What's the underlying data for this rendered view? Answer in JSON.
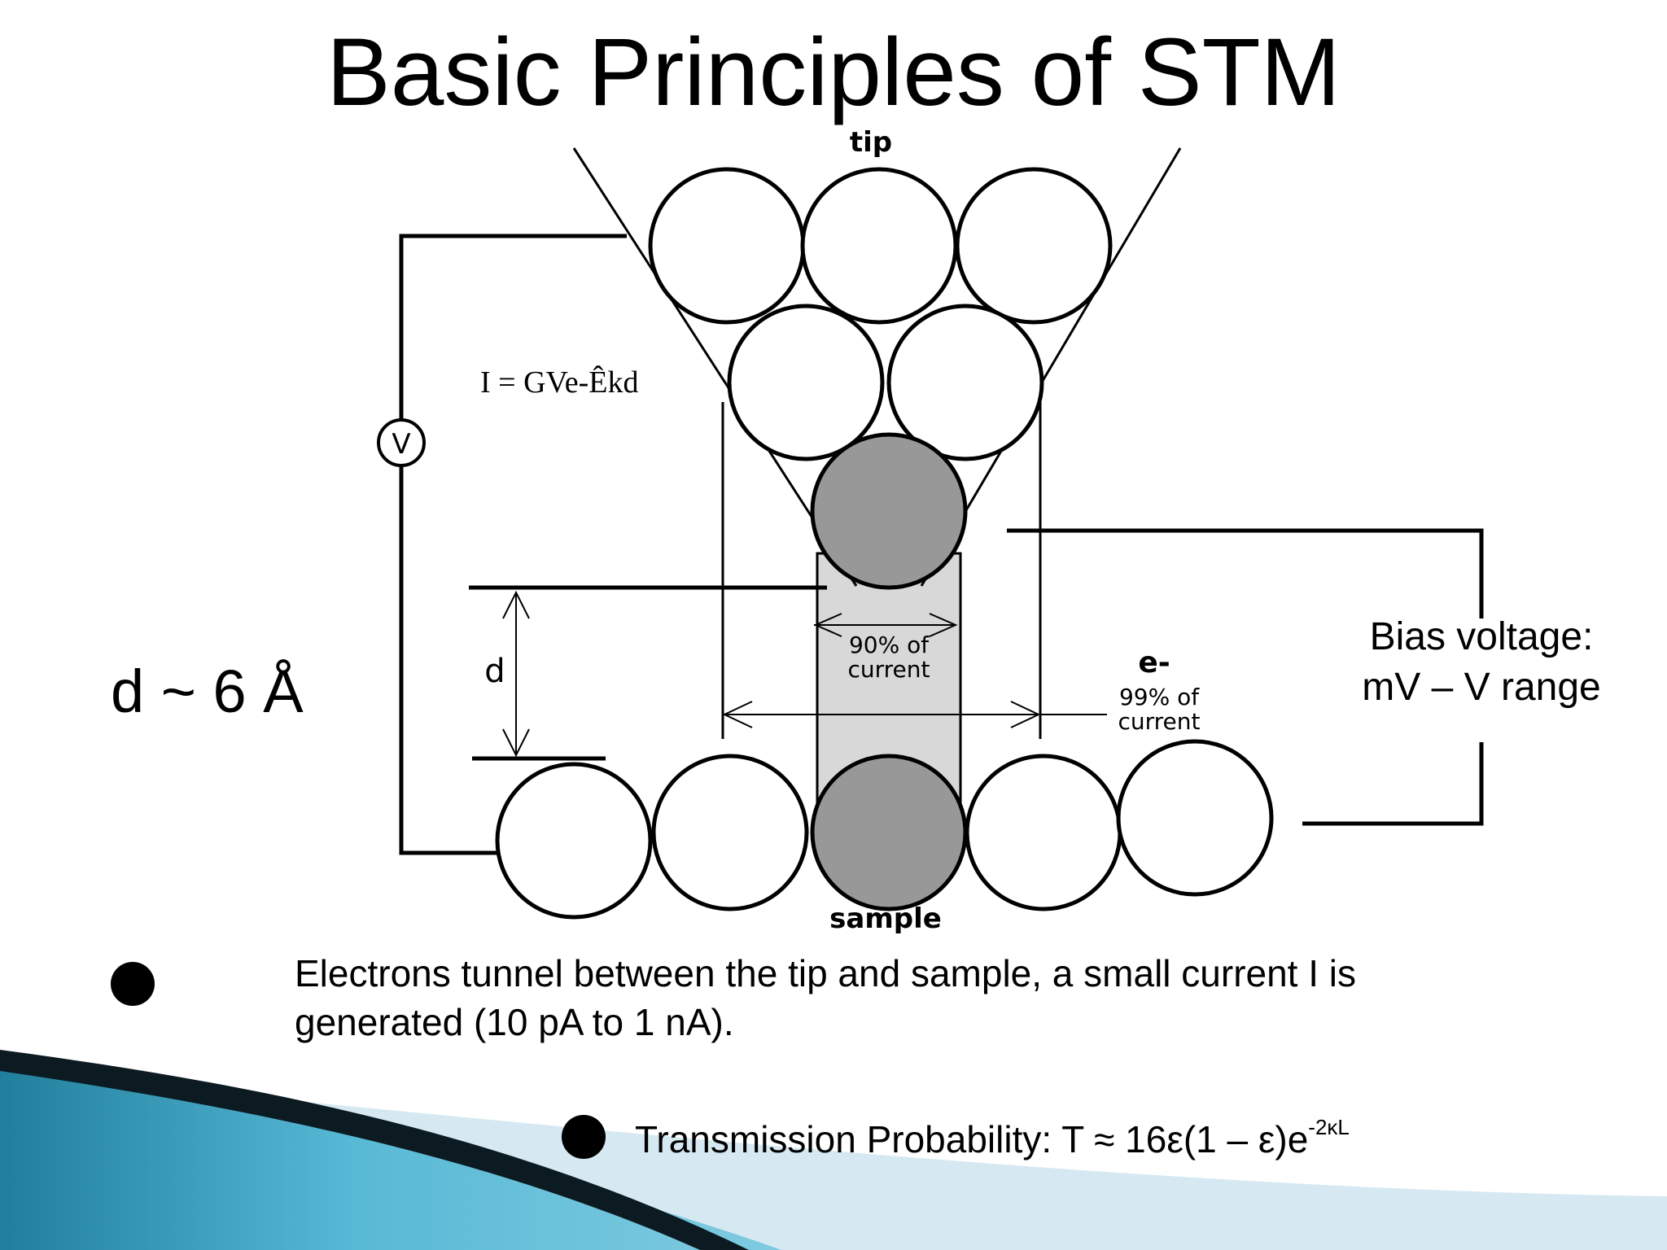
{
  "slide": {
    "title": "Basic Principles of STM",
    "distance_note": "d ~ 6 Å",
    "bias_note": {
      "line1": "Bias voltage:",
      "line2": "mV – V range"
    },
    "bullets": [
      {
        "text": "Electrons tunnel between the tip and sample, a small current I is generated (10 pA to 1 nA)."
      },
      {
        "prefix": "Transmission Probability: T ≈ 16ε(1 – ε)e",
        "exponent": "-2κL"
      }
    ]
  },
  "diagram": {
    "tip_label": "tip",
    "sample_label": "sample",
    "equation": "I = GVe-Êkd",
    "voltmeter_label": "V",
    "d_label": "d",
    "inner_current": {
      "line1": "90% of",
      "line2": "current"
    },
    "electron_label": "e-",
    "outer_current": {
      "line1": "99% of",
      "line2": "current"
    },
    "colors": {
      "atom_fill": "#ffffff",
      "active_atom_fill": "#989898",
      "current_channel": "#d8d8d8",
      "line": "#000000"
    }
  },
  "theme": {
    "swoosh_light": "#d6e9f2",
    "swoosh_teal": "#2f8fab",
    "swoosh_dark": "#0c1a22"
  }
}
